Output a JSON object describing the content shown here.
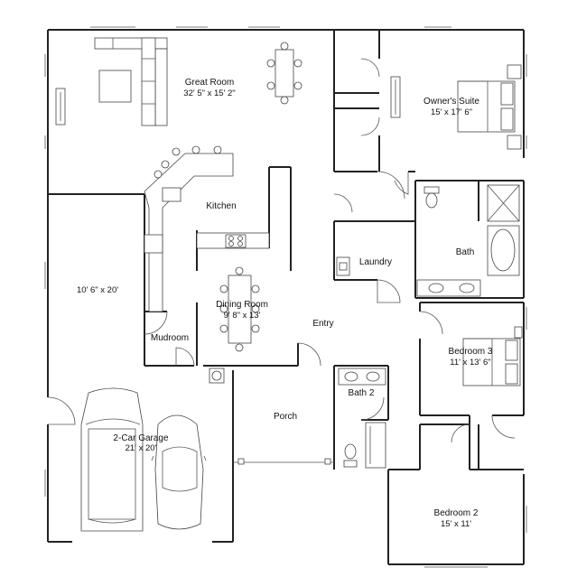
{
  "rooms": {
    "great_room": {
      "name": "Great Room",
      "dim": "32' 5\" x 15' 2\""
    },
    "owners_suite": {
      "name": "Owner's Suite",
      "dim": "15' x 17' 6\""
    },
    "kitchen": {
      "name": "Kitchen"
    },
    "bath": {
      "name": "Bath"
    },
    "laundry": {
      "name": "Laundry"
    },
    "garage_side": {
      "dim": "10' 6\" x 20'"
    },
    "dining_room": {
      "name": "Dining Room",
      "dim": "9' 8\" x 13'"
    },
    "entry": {
      "name": "Entry"
    },
    "mudroom": {
      "name": "Mudroom"
    },
    "bedroom3": {
      "name": "Bedroom 3",
      "dim": "11' x 13' 6\""
    },
    "bath2": {
      "name": "Bath 2"
    },
    "porch": {
      "name": "Porch"
    },
    "garage": {
      "name": "2-Car Garage",
      "dim": "21' x 20'"
    },
    "bedroom2": {
      "name": "Bedroom 2",
      "dim": "15' x 11'"
    }
  }
}
